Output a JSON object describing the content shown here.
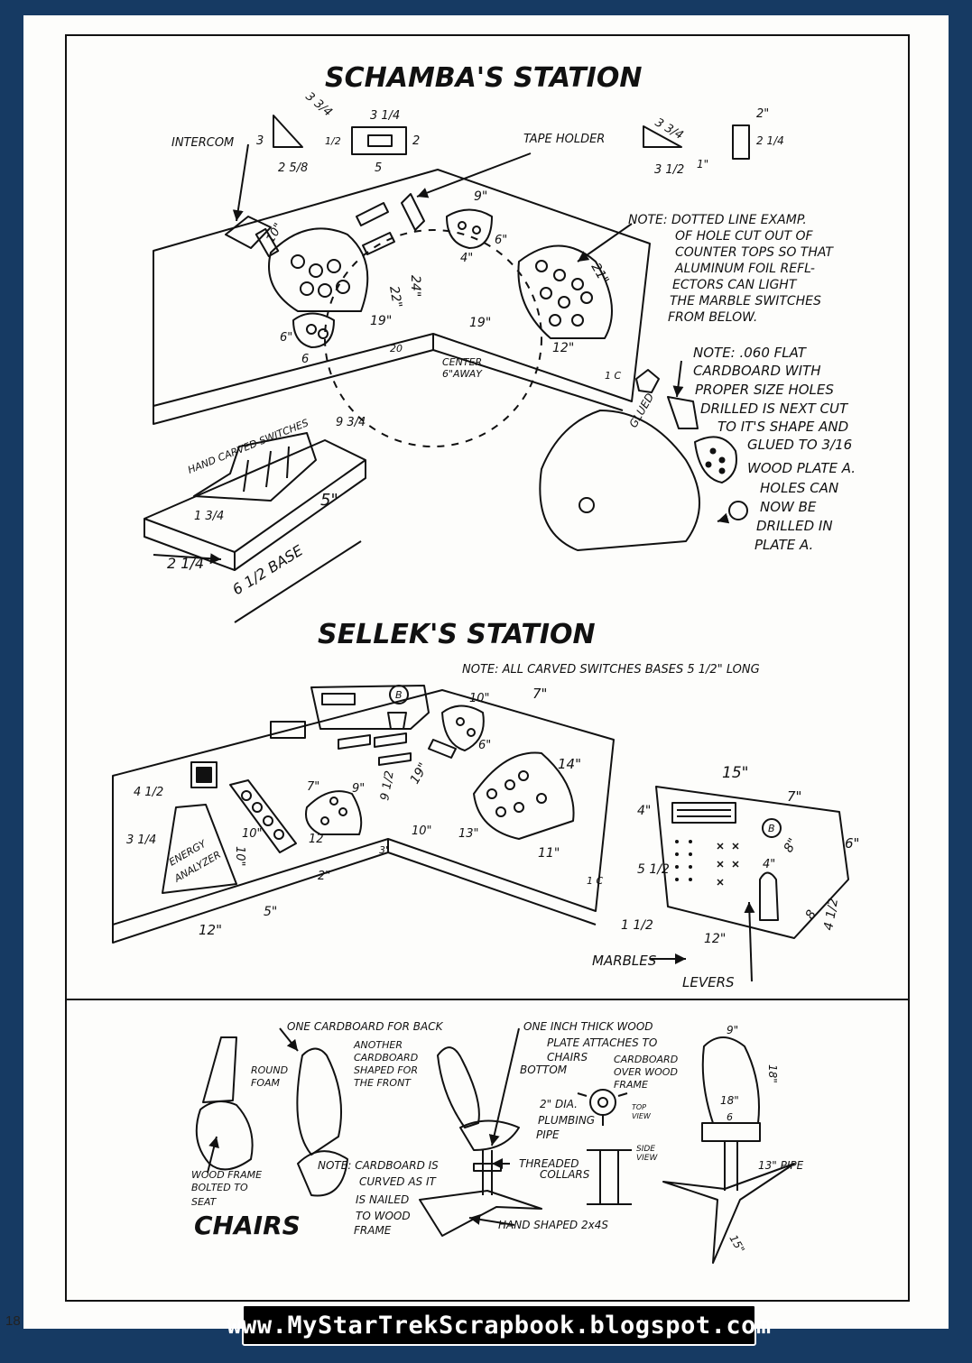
{
  "page_number": "18",
  "url": "www.MyStarTrekScrapbook.blogspot.com",
  "colors": {
    "frame": "#163a63",
    "ink": "#111111",
    "paper": "#fdfdfb"
  },
  "schamba": {
    "title": "SCHAMBA'S STATION",
    "labels": {
      "intercom": "INTERCOM",
      "tape_holder": "TAPE HOLDER",
      "note_dotted_1": "NOTE: DOTTED LINE EXAMP.",
      "note_dotted_2": "OF HOLE CUT OUT OF",
      "note_dotted_3": "COUNTER TOPS SO THAT",
      "note_dotted_4": "ALUMINUM FOIL REFL-",
      "note_dotted_5": "ECTORS CAN LIGHT",
      "note_dotted_6": "THE MARBLE SWITCHES",
      "note_dotted_7": "FROM BELOW.",
      "note_card_1": "NOTE: .060 FLAT",
      "note_card_2": "CARDBOARD WITH",
      "note_card_3": "PROPER SIZE HOLES",
      "note_card_4": "DRILLED IS NEXT CUT",
      "note_card_5": "TO IT'S SHAPE AND",
      "note_card_6": "GLUED TO 3/16",
      "note_card_7": "WOOD PLATE A.",
      "note_card_8": "HOLES CAN",
      "note_card_9": "NOW BE",
      "note_card_10": "DRILLED IN",
      "note_card_11": "PLATE A.",
      "glued": "GLUED",
      "center": "CENTER",
      "center_away": "6\"AWAY",
      "hand_carved": "HAND CARVED SWITCHES",
      "base": "6 1/2 BASE"
    },
    "dims": {
      "d_3_3_4": "3 3/4",
      "d_3": "3",
      "d_2_5_8": "2 5/8",
      "d_1_2": "1/2",
      "d_3_1_4": "3 1/4",
      "d_2": "2",
      "d_5": "5",
      "d_3_3_4b": "3 3/4",
      "d_3_1_2": "3 1/2",
      "d_1": "1\"",
      "d_2in": "2\"",
      "d_2_1_4": "2 1/4",
      "d_9": "9\"",
      "d_6": "6\"",
      "d_4": "4\"",
      "d_10": "10\"",
      "d_22": "22\"",
      "d_24": "24\"",
      "d_19a": "19\"",
      "d_19b": "19\"",
      "d_20": "20",
      "d_21": "21\"",
      "d_12": "12\"",
      "d_6b": "6\"",
      "d_6c": "6",
      "d_1c": "1 C",
      "d_9_3_4": "9 3/4",
      "d_5in": "5\"",
      "d_1_3_4": "1 3/4",
      "d_2_1_4b": "2 1/4"
    }
  },
  "sellek": {
    "title": "SELLEK'S STATION",
    "labels": {
      "note": "NOTE: ALL CARVED SWITCHES BASES 5 1/2\" LONG",
      "energy": "ENERGY",
      "analyzer": "ANALYZER",
      "marbles": "MARBLES",
      "levers": "LEVERS",
      "b": "B"
    },
    "dims": {
      "d_10": "10\"",
      "d_7": "7\"",
      "d_6": "6\"",
      "d_14": "14\"",
      "d_19": "19\"",
      "d_9_1_2": "9 1/2",
      "d_9": "9\"",
      "d_7b": "7\"",
      "d_4_1_2": "4 1/2",
      "d_3_1_4": "3 1/4",
      "d_10b": "10\"",
      "d_10c": "10\"",
      "d_12": "12",
      "d_2": "2\"",
      "d_5": "5\"",
      "d_12b": "12\"",
      "d_3": "3\"",
      "d_10d": "10\"",
      "d_13": "13\"",
      "d_11": "11\"",
      "d_1c": "1 C",
      "d_15": "15\"",
      "d_7c": "7\"",
      "d_4": "4\"",
      "d_5_1_2": "5 1/2",
      "d_1_1_2": "1 1/2",
      "d_12c": "12\"",
      "d_6b": "6\"",
      "d_8": "8\"",
      "d_4b": "4\"",
      "d_8b": "8",
      "d_4_1_2b": "4 1/2"
    }
  },
  "chairs": {
    "title": "CHAIRS",
    "labels": {
      "one_cardboard": "ONE CARDBOARD FOR BACK",
      "round_foam_1": "ROUND",
      "round_foam_2": "FOAM",
      "another_1": "ANOTHER",
      "another_2": "CARDBOARD",
      "another_3": "SHAPED FOR",
      "another_4": "THE FRONT",
      "wood_frame_1": "WOOD FRAME",
      "wood_frame_2": "BOLTED TO",
      "wood_frame_3": "SEAT",
      "note_1": "NOTE: CARDBOARD IS",
      "note_2": "CURVED AS IT",
      "note_3": "IS NAILED",
      "note_4": "TO WOOD",
      "note_5": "FRAME",
      "plate_1": "ONE INCH THICK WOOD",
      "plate_2": "PLATE ATTACHES TO",
      "plate_3": "CHAIRS",
      "plate_4": "BOTTOM",
      "cb_1": "CARDBOARD",
      "cb_2": "OVER WOOD",
      "cb_3": "FRAME",
      "pipe_1": "2\" DIA.",
      "pipe_2": "PLUMBING",
      "pipe_3": "PIPE",
      "top_view_1": "TOP",
      "top_view_2": "VIEW",
      "side_view_1": "SIDE",
      "side_view_2": "VIEW",
      "threaded_1": "THREADED",
      "threaded_2": "COLLARS",
      "hand_shaped": "HAND SHAPED 2x4S",
      "pipe_13": "13\" PIPE"
    },
    "dims": {
      "d_9": "9\"",
      "d_18": "18\"",
      "d_18b": "18\"",
      "d_6": "6",
      "d_15": "15\""
    }
  }
}
